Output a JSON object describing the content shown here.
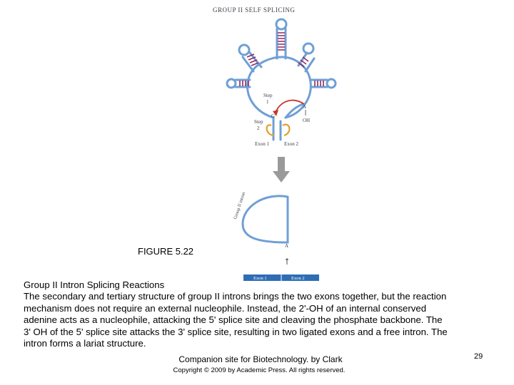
{
  "figure": {
    "title": "GROUP II SELF SPLICING",
    "step1_label": "Step",
    "step1_num": "1",
    "step2_label": "Step",
    "step2_num": "2",
    "a_label": "A",
    "oh_label": "OH",
    "g_label": "G",
    "exon1_label": "Exon 1",
    "exon2_label": "Exon 2",
    "lariat_label": "Group II intron",
    "product_a_label": "A",
    "product_exon1": "Exon 1",
    "product_exon2": "Exon 2",
    "colors": {
      "rna": "#6f9fd6",
      "pairs": "#8e2a62",
      "arrow_red": "#c8352b",
      "orange": "#e0a030",
      "exon_bar": "#2f6db5",
      "down_arrow": "#9a9a9a"
    }
  },
  "figure_label": "FIGURE 5.22",
  "caption": {
    "title": "Group II Intron Splicing Reactions",
    "lines": [
      "The secondary and tertiary structure of group II introns brings the two exons together, but the reaction",
      "mechanism does not require an external nucleophile. Instead, the 2'-OH of an internal conserved",
      "adenine acts as a nucleophile, attacking the 5' splice site and cleaving the phosphate backbone. The",
      "3' OH of the 5' splice site attacks the 3' splice site, resulting in two ligated exons and a free intron. The",
      "intron forms a lariat structure."
    ]
  },
  "footer": {
    "companion": "Companion site for Biotechnology. by Clark",
    "copyright": "Copyright © 2009 by Academic Press. All rights reserved.",
    "page_number": "29"
  }
}
